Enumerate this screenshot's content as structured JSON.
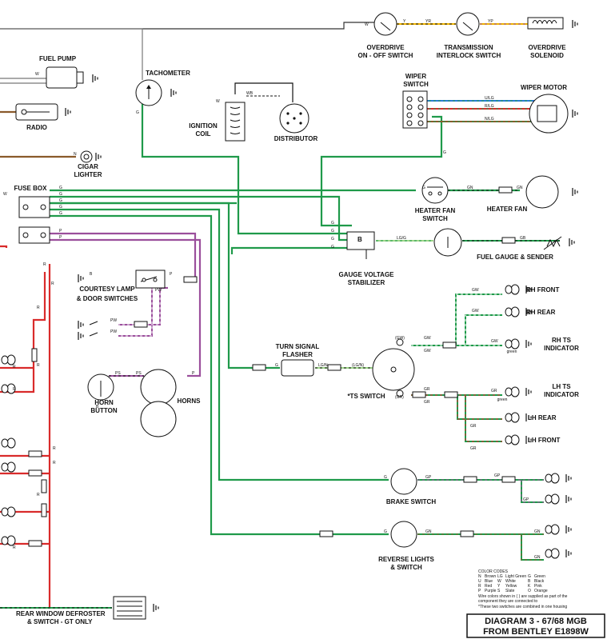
{
  "colors": {
    "green": "#1f9a4a",
    "red": "#d92b2b",
    "purple": "#9b4f9c",
    "brown": "#8a5a2b",
    "blue": "#2a7ad5",
    "yellow": "#f0b400",
    "pink": "#d97fb0",
    "black": "#111111",
    "grey": "#777777"
  },
  "labels": {
    "overdrive_switch": "OVERDRIVE",
    "overdrive_switch_2": "ON - OFF SWITCH",
    "transmission_switch": "TRANSMISSION",
    "transmission_switch_2": "INTERLOCK SWITCH",
    "overdrive_solenoid": "OVERDRIVE",
    "overdrive_solenoid_2": "SOLENOID",
    "fuel_pump": "FUEL PUMP",
    "tachometer": "TACHOMETER",
    "radio": "RADIO",
    "ignition_coil": "IGNITION",
    "ignition_coil_2": "COIL",
    "distributor": "DISTRIBUTOR",
    "wiper_switch": "WIPER",
    "wiper_switch_2": "SWITCH",
    "wiper_motor": "WIPER MOTOR",
    "cigar_lighter": "CIGAR",
    "cigar_lighter_2": "LIGHTER",
    "fuse_box": "FUSE BOX",
    "heater_fan_switch": "HEATER FAN",
    "heater_fan_switch_2": "SWITCH",
    "heater_fan": "HEATER FAN",
    "fuel_gauge": "FUEL GAUGE & SENDER",
    "gauge_stabilizer": "GAUGE VOLTAGE",
    "gauge_stabilizer_2": "STABILIZER",
    "courtesy_lamp": "COURTESY LAMP",
    "courtesy_lamp_2": "& DOOR SWITCHES",
    "rh_front": "RH FRONT",
    "rh_rear": "RH REAR",
    "rh_ts": "RH TS",
    "rh_ts_2": "INDICATOR",
    "turn_flasher": "TURN SIGNAL",
    "turn_flasher_2": "FLASHER",
    "ts_switch": "*TS SWITCH",
    "lh_ts": "LH TS",
    "lh_ts_2": "INDICATOR",
    "horn_button": "HORN",
    "horn_button_2": "BUTTON",
    "horns": "HORNS",
    "lh_rear": "LH REAR",
    "lh_front": "LH FRONT",
    "brake_switch": "BRAKE SWITCH",
    "reverse_lights": "REVERSE LIGHTS",
    "reverse_lights_2": "& SWITCH",
    "rear_defroster": "REAR WINDOW DEFROSTER",
    "rear_defroster_2": "& SWITCH - GT ONLY",
    "green_1": "green",
    "green_2": "green"
  },
  "wire_codes": {
    "w": "W",
    "y": "Y",
    "yr": "YR",
    "yp": "YP",
    "g": "G",
    "n": "N",
    "wb": "WB",
    "ulg": "U/LG",
    "rlg": "R/LG",
    "nlg": "N/LG",
    "gn": "GN",
    "lgg": "LG/G",
    "gb": "GB",
    "p": "P",
    "b": "B",
    "r": "R",
    "pw": "PW",
    "ps": "PS",
    "gw": "GW",
    "gr": "GR",
    "gw_paren": "(GW)",
    "gr_paren": "(GR)",
    "lgn": "LG/N",
    "lgn_paren": "(LG/N)",
    "gp": "GP",
    "term_b": "B"
  },
  "color_codes": {
    "title": "COLOR CODES",
    "rows": [
      [
        "N",
        "Brown",
        "LG",
        "Light Green",
        "G",
        "Green"
      ],
      [
        "U",
        "Blue",
        "W",
        "White",
        "B",
        "Black"
      ],
      [
        "R",
        "Red",
        "Y",
        "Yellow",
        "K",
        "Pink"
      ],
      [
        "P",
        "Purple",
        "S",
        "Slate",
        "O",
        "Orange"
      ]
    ],
    "note_1": "Wire colors shown in ( ) are supplied as part of the",
    "note_2": "component they are connected to",
    "note_3": "*These two switches are combined in one housing"
  },
  "diagram_title": {
    "line1": "DIAGRAM 3 - 67/68 MGB",
    "line2": "FROM BENTLEY E1898W"
  }
}
